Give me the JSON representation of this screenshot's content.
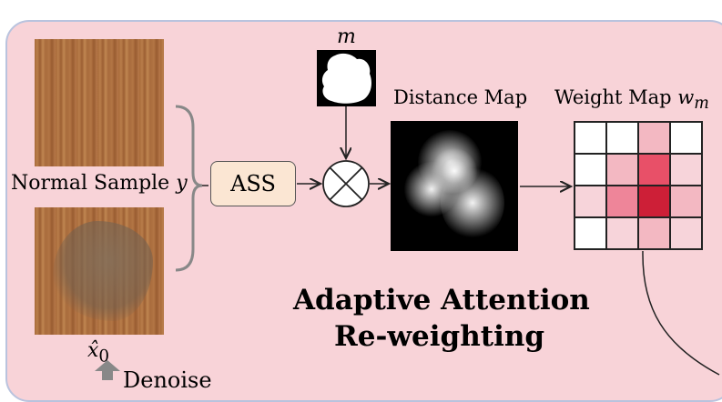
{
  "labels": {
    "normal_sample": "Normal Sample ",
    "normal_sample_var": "y",
    "x0_hat": "x̂",
    "x0_sub": "0",
    "denoise": "Denoise",
    "mask_var": "m",
    "distance_map": "Distance Map",
    "weight_map": "Weight Map ",
    "weight_var": "w",
    "weight_sub": "m",
    "ass": "ASS",
    "title_line1": "Adaptive Attention",
    "title_line2": "Re-weighting"
  },
  "weight_grid": [
    [
      "#ffffff",
      "#ffffff",
      "#f3b8c2",
      "#ffffff"
    ],
    [
      "#ffffff",
      "#f3b8c2",
      "#e85068",
      "#f7d4da"
    ],
    [
      "#f7d4da",
      "#ee8599",
      "#cd1f37",
      "#f3b8c2"
    ],
    [
      "#ffffff",
      "#f7d4da",
      "#f3b8c2",
      "#f7d4da"
    ]
  ],
  "colors": {
    "panel": "#f8d3d8",
    "panel_border": "#b9c3de",
    "ass_box": "#fbe6d3"
  }
}
